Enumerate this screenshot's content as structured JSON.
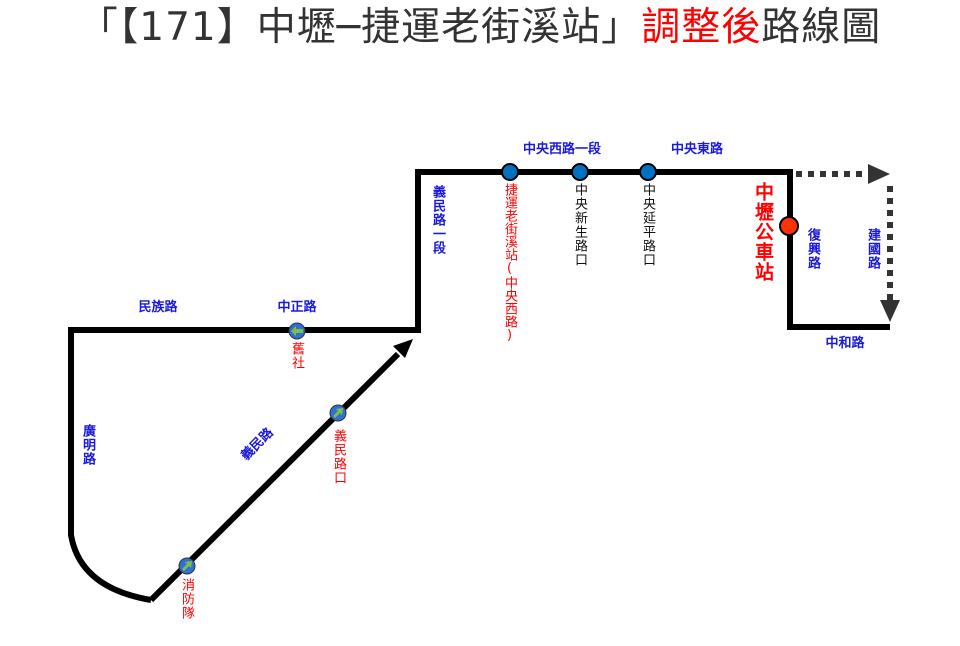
{
  "title": {
    "prefix": "「【171】中壢─捷運老街溪站」",
    "highlight": "調整後",
    "suffix": "路線圖"
  },
  "roads": {
    "minzu": "民族路",
    "zhongzheng": "中正路",
    "guangming": "廣明路",
    "yimin": "義民路",
    "yimin_sec1": "義民路一段",
    "zhongyang_west_sec1": "中央西路一段",
    "zhongyang_east": "中央東路",
    "fuxing": "復興路",
    "jianguo": "建國路",
    "zhonghe": "中和路"
  },
  "stops": {
    "jiushe": "舊社",
    "yimin_junction": "義民路口",
    "fire_station": "消防隊",
    "mrt_laojiexi": "捷運老街溪站(中央西路)",
    "zhongyang_xinsheng": "中央新生路口",
    "zhongyang_yanping": "中央延平路口",
    "zhongli_bus_station": "中壢公車站"
  },
  "colors": {
    "route": "#000000",
    "stop_blue": "#0070c0",
    "terminal": "#ff3300",
    "road_label": "#1a1adc",
    "stop_label_red": "#ff0000"
  }
}
